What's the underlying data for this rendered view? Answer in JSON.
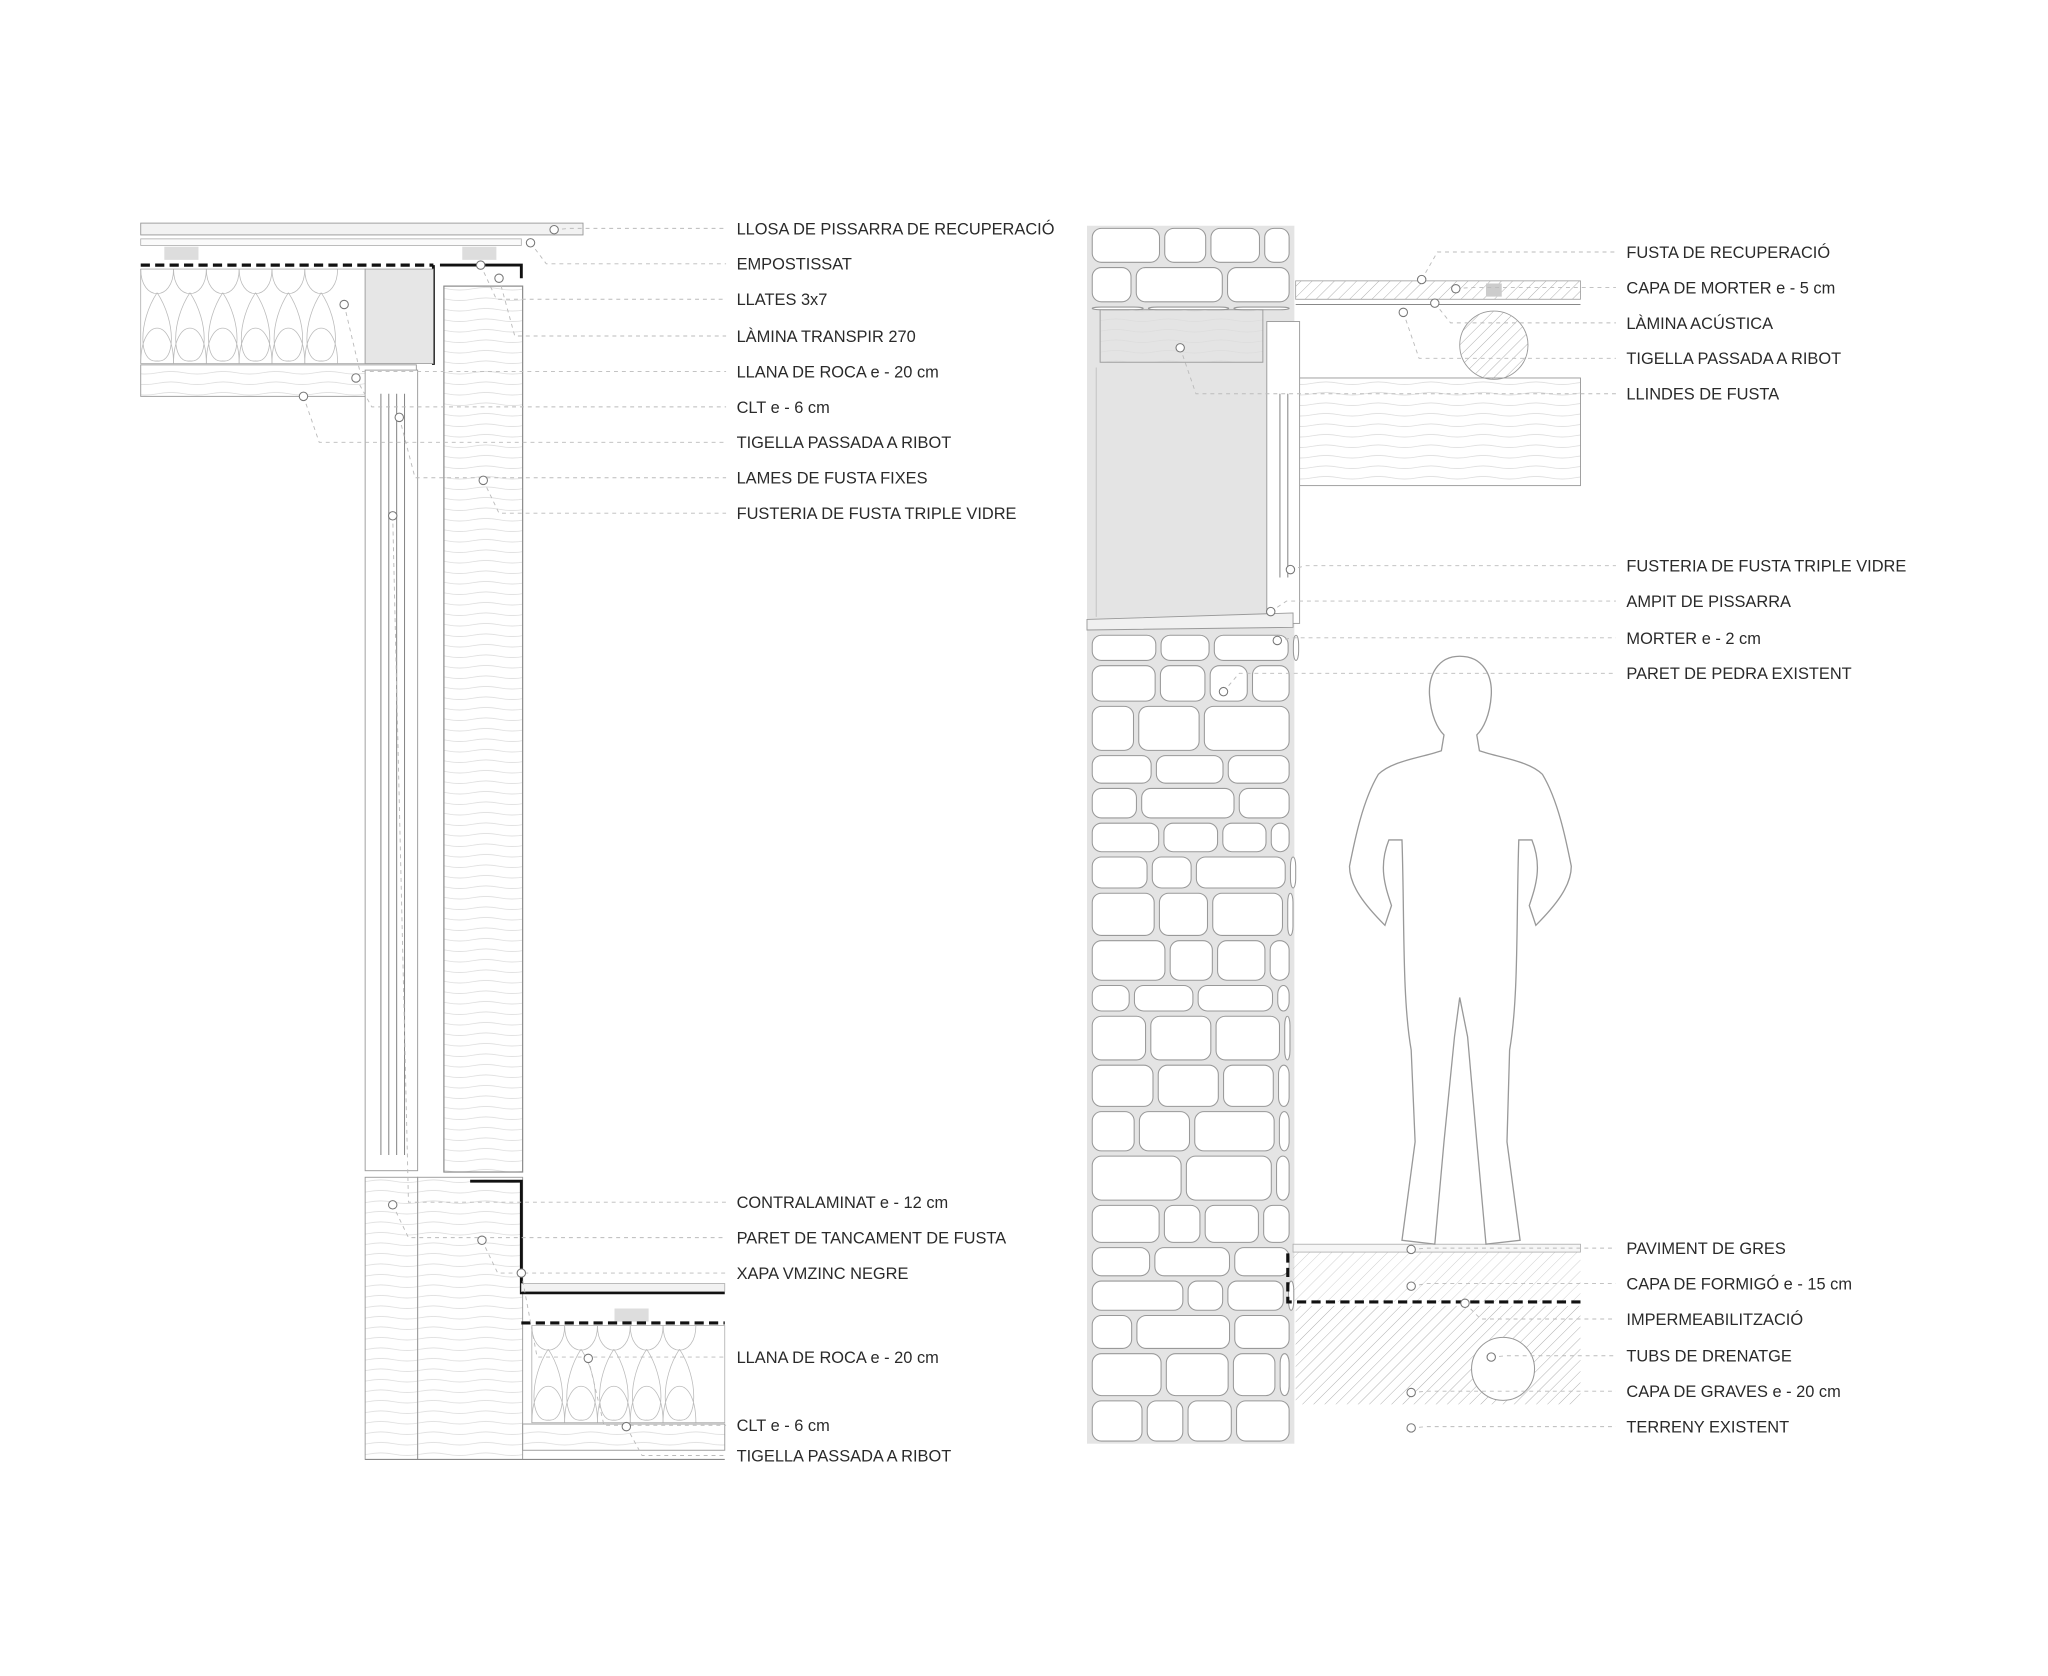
{
  "left_section": {
    "labels": [
      "LLOSA DE PISSARRA DE RECUPERACIÓ",
      "EMPOSTISSAT",
      "LLATES 3x7",
      "LÀMINA TRANSPIR 270",
      "LLANA DE ROCA e - 20 cm",
      "CLT e - 6 cm",
      "TIGELLA PASSADA A RIBOT",
      "LAMES DE FUSTA FIXES",
      "FUSTERIA DE FUSTA TRIPLE VIDRE",
      "CONTRALAMINAT e - 12 cm",
      "PARET DE TANCAMENT DE FUSTA",
      "XAPA VMZINC NEGRE",
      "LLANA DE ROCA e - 20 cm",
      "CLT e - 6 cm",
      "TIGELLA PASSADA A RIBOT"
    ]
  },
  "right_section": {
    "labels": [
      "FUSTA DE RECUPERACIÓ",
      "CAPA DE MORTER e - 5 cm",
      "LÀMINA ACÚSTICA",
      "TIGELLA PASSADA A RIBOT",
      "LLINDES DE FUSTA",
      "FUSTERIA DE FUSTA TRIPLE VIDRE",
      "AMPIT DE PISSARRA",
      "MORTER e - 2 cm",
      "PARET DE PEDRA EXISTENT",
      "PAVIMENT DE GRES",
      "CAPA DE FORMIGÓ e - 15 cm",
      "IMPERMEABILITZACIÓ",
      "TUBS DE DRENATGE",
      "CAPA DE GRAVES e - 20 cm",
      "TERRENY EXISTENT"
    ]
  }
}
